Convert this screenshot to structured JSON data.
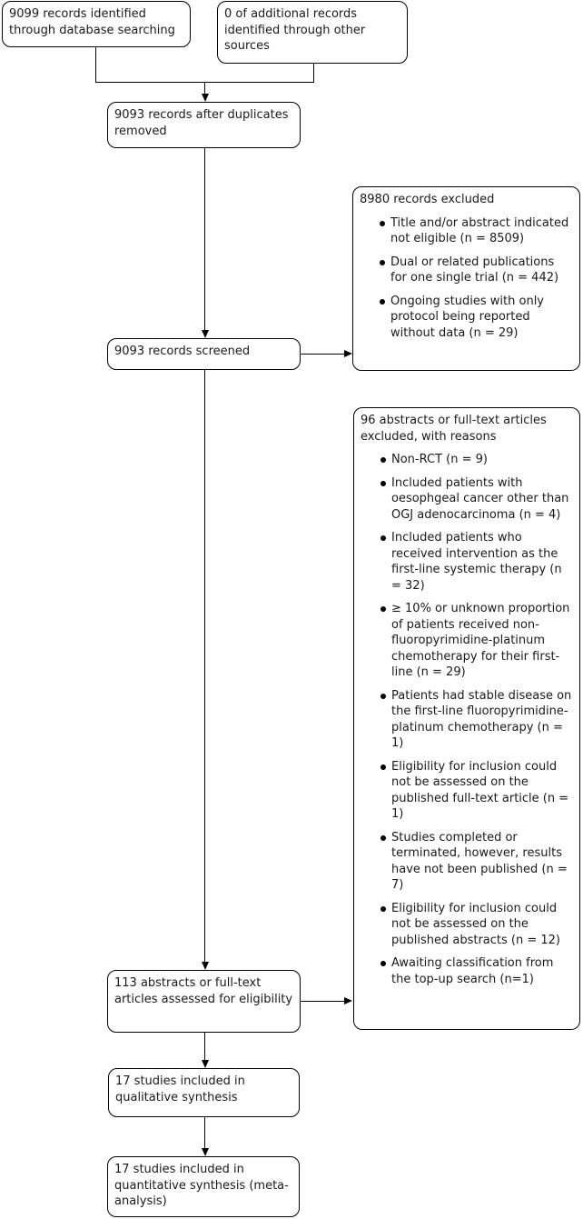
{
  "colors": {
    "ink": "#000000",
    "background": "#ffffff"
  },
  "flow": {
    "identification": {
      "database": "9099 records identified through database searching",
      "other_sources": "0 of additional records identified through other sources"
    },
    "after_duplicates": "9093 records after duplicates removed",
    "screened": "9093 records screened",
    "records_excluded": {
      "heading": "8980 records excluded",
      "items": [
        "Title and/or abstract indicated not eligible (n = 8509)",
        "Dual or related publications for one single trial (n = 442)",
        "Ongoing studies with only protocol being reported without data (n = 29)"
      ]
    },
    "assessed": "113 abstracts or full-text articles assessed for eligibility",
    "articles_excluded": {
      "heading": "96 abstracts or full-text articles excluded, with reasons",
      "items": [
        "Non-RCT (n = 9)",
        "Included patients with oesophgeal cancer other than OGJ adenocarcinoma (n = 4)",
        "Included patients who received intervention as the first-line systemic therapy (n = 32)",
        "≥ 10% or unknown proportion of patients received non-fluoropyrimidine-platinum chemotherapy for their first-line (n = 29)",
        "Patients had stable disease on the first-line fluoropyrimidine-platinum chemotherapy (n = 1)",
        "Eligibility for inclusion could not be assessed on the published full-text article (n = 1)",
        "Studies completed or terminated, however, results have not been published (n = 7)",
        "Eligibility for inclusion could not be assessed on the published abstracts (n = 12)",
        "Awaiting classification from the top-up search (n=1)"
      ]
    },
    "qualitative": "17 studies included in qualitative synthesis",
    "quantitative": "17 studies included in quantitative synthesis (meta-analysis)"
  }
}
